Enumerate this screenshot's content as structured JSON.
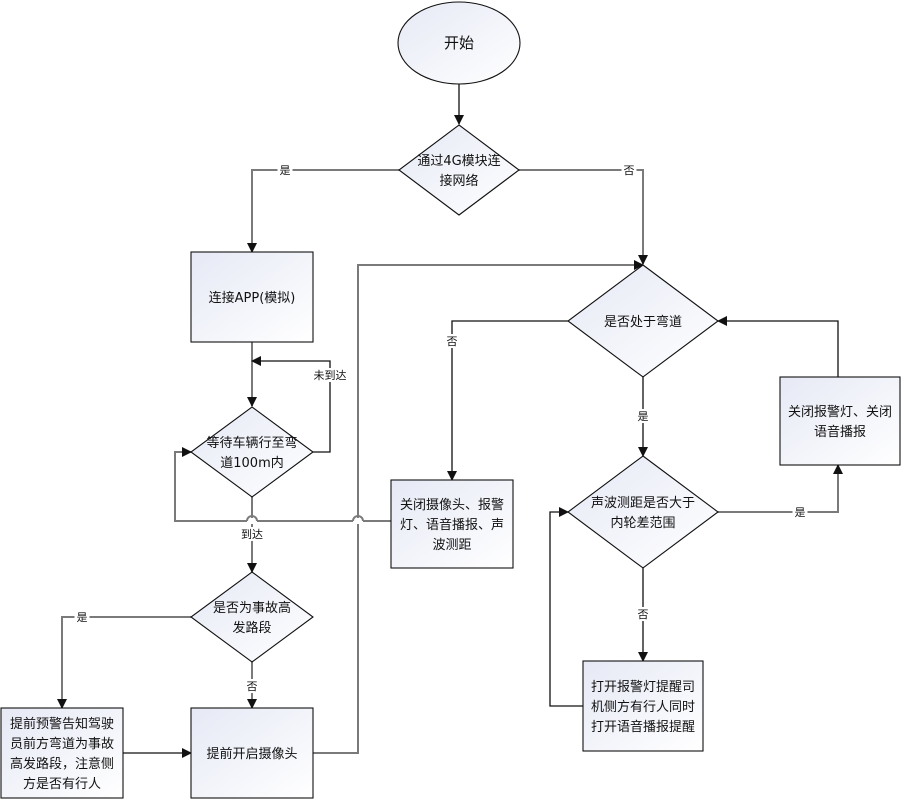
{
  "diagram": {
    "type": "flowchart",
    "nodes": [
      {
        "id": "start",
        "shape": "ellipse",
        "lines": [
          "开始"
        ]
      },
      {
        "id": "network",
        "shape": "diamond",
        "lines": [
          "通过4G模块连",
          "接网络"
        ]
      },
      {
        "id": "connect_app",
        "shape": "rect",
        "lines": [
          "连接APP(模拟)"
        ]
      },
      {
        "id": "wait_vehicle",
        "shape": "diamond",
        "lines": [
          "等待车辆行至弯",
          "道100m内"
        ]
      },
      {
        "id": "accident_zone",
        "shape": "diamond",
        "lines": [
          "是否为事故高",
          "发路段"
        ]
      },
      {
        "id": "pre_warning",
        "shape": "rect",
        "lines": [
          "提前预警告知驾驶",
          "员前方弯道为事故",
          "高发路段，注意侧",
          "方是否有行人"
        ]
      },
      {
        "id": "open_camera",
        "shape": "rect",
        "lines": [
          "提前开启摄像头"
        ]
      },
      {
        "id": "in_curve",
        "shape": "diamond",
        "lines": [
          "是否处于弯道"
        ]
      },
      {
        "id": "close_all",
        "shape": "rect",
        "lines": [
          "关闭摄像头、报警",
          "灯、语音播报、声",
          "波测距"
        ]
      },
      {
        "id": "sonar_check",
        "shape": "diamond",
        "lines": [
          "声波测距是否大于",
          "内轮差范围"
        ]
      },
      {
        "id": "close_alarm",
        "shape": "rect",
        "lines": [
          "关闭报警灯、关闭",
          "语音播报"
        ]
      },
      {
        "id": "open_alarm",
        "shape": "rect",
        "lines": [
          "打开报警灯提醒司",
          "机侧方有行人同时",
          "打开语音播报提醒"
        ]
      }
    ],
    "edges": [
      {
        "from": "start",
        "to": "network",
        "label": ""
      },
      {
        "from": "network",
        "to": "connect_app",
        "label": "是"
      },
      {
        "from": "network",
        "to": "in_curve",
        "label": "否"
      },
      {
        "from": "connect_app",
        "to": "wait_vehicle",
        "label": ""
      },
      {
        "from": "wait_vehicle",
        "to": "wait_vehicle",
        "label": "未到达"
      },
      {
        "from": "wait_vehicle",
        "to": "accident_zone",
        "label": "到达"
      },
      {
        "from": "accident_zone",
        "to": "pre_warning",
        "label": "是"
      },
      {
        "from": "accident_zone",
        "to": "open_camera",
        "label": "否"
      },
      {
        "from": "pre_warning",
        "to": "open_camera",
        "label": ""
      },
      {
        "from": "open_camera",
        "to": "in_curve",
        "label": ""
      },
      {
        "from": "in_curve",
        "to": "close_all",
        "label": "否"
      },
      {
        "from": "in_curve",
        "to": "sonar_check",
        "label": "是"
      },
      {
        "from": "close_all",
        "to": "wait_vehicle",
        "label": ""
      },
      {
        "from": "sonar_check",
        "to": "close_alarm",
        "label": "是"
      },
      {
        "from": "sonar_check",
        "to": "open_alarm",
        "label": "否"
      },
      {
        "from": "close_alarm",
        "to": "in_curve",
        "label": ""
      },
      {
        "from": "open_alarm",
        "to": "sonar_check",
        "label": ""
      }
    ]
  }
}
